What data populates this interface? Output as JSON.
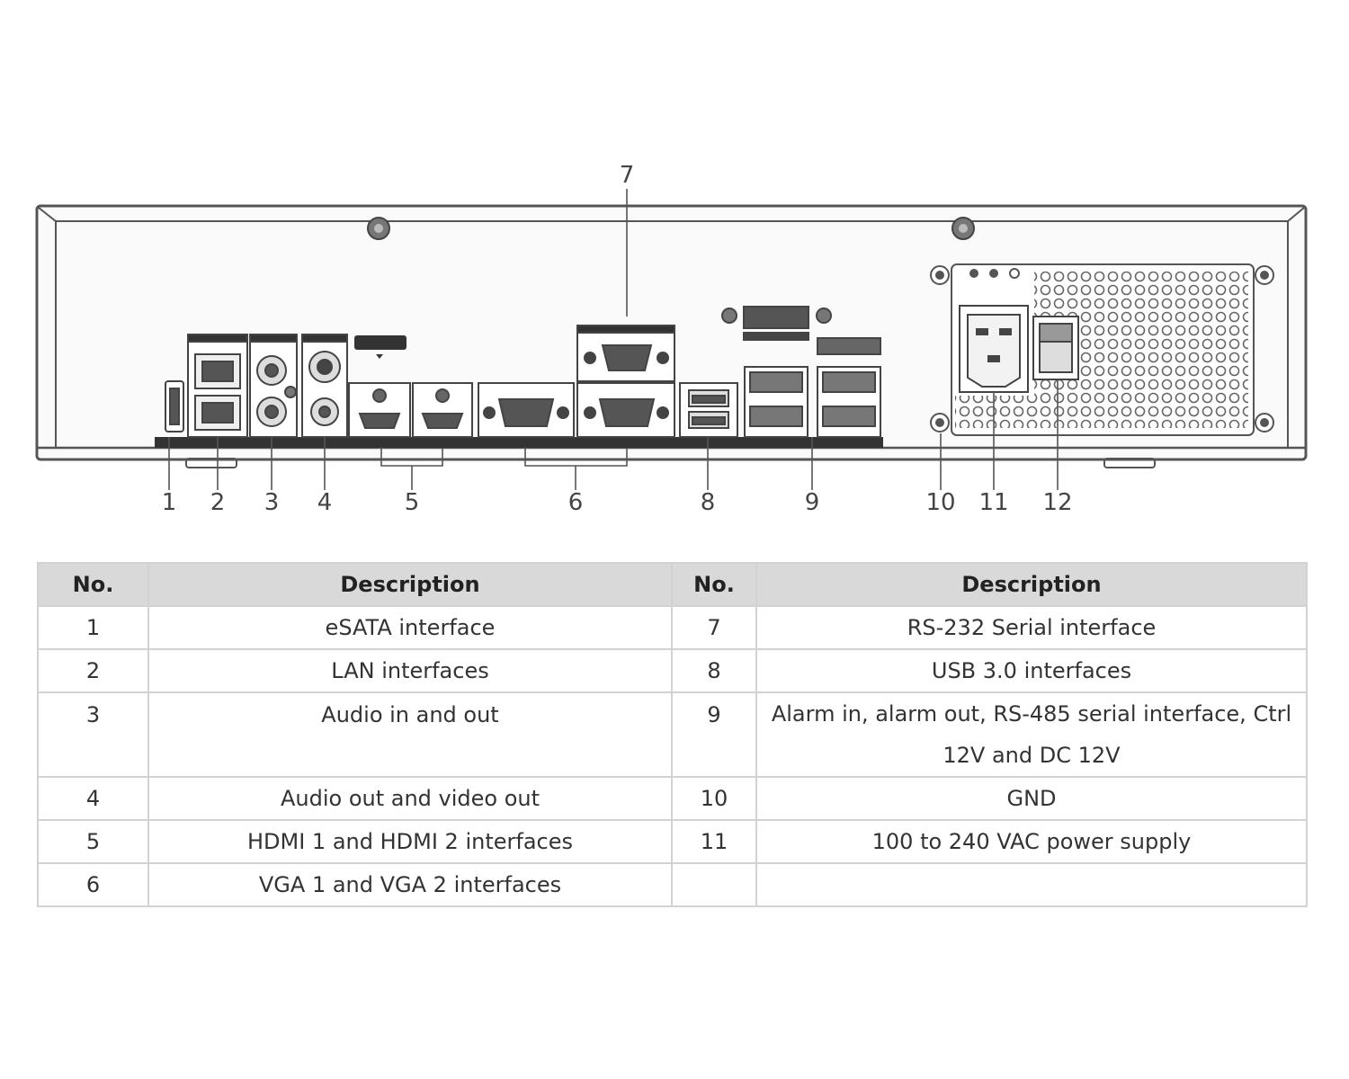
{
  "callouts": [
    "1",
    "2",
    "3",
    "4",
    "5",
    "6",
    "7",
    "8",
    "9",
    "10",
    "11",
    "12"
  ],
  "table": {
    "headers": [
      "No.",
      "Description",
      "No.",
      "Description"
    ],
    "rows": [
      {
        "no_a": "1",
        "desc_a": "eSATA interface",
        "no_b": "7",
        "desc_b": "RS-232 Serial interface"
      },
      {
        "no_a": "2",
        "desc_a": "LAN interfaces",
        "no_b": "8",
        "desc_b": "USB 3.0 interfaces"
      },
      {
        "no_a": "3",
        "desc_a": "Audio in and out",
        "no_b": "9",
        "desc_b": "Alarm in, alarm out, RS-485 serial interface, Ctrl 12V and DC 12V"
      },
      {
        "no_a": "4",
        "desc_a": "Audio out and video out",
        "no_b": "10",
        "desc_b": "GND"
      },
      {
        "no_a": "5",
        "desc_a": "HDMI 1 and HDMI 2 interfaces",
        "no_b": "11",
        "desc_b": "100 to 240 VAC power supply"
      },
      {
        "no_a": "6",
        "desc_a": "VGA 1 and VGA 2 interfaces",
        "no_b": "",
        "desc_b": ""
      }
    ]
  },
  "colors": {
    "line": "#555555",
    "panel": "#f4f4f4",
    "header_fill": "#d9d9d9",
    "grid": "#d2d2d2"
  }
}
